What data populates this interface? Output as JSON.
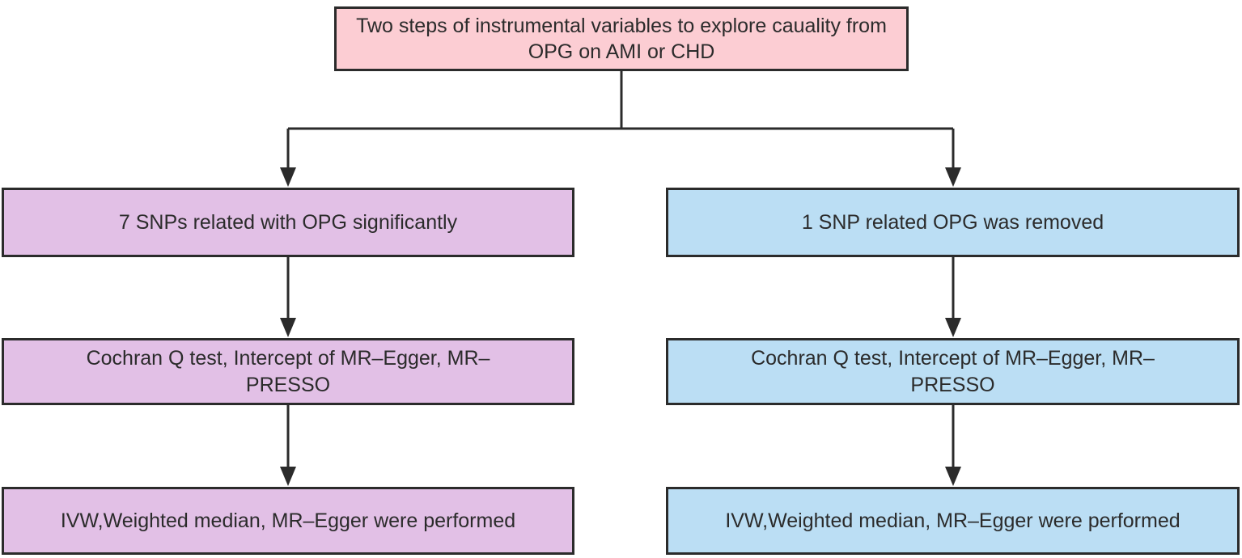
{
  "diagram": {
    "top": {
      "text": "Two steps of instrumental variables to explore cauality from OPG on AMI or CHD",
      "fill": "#fccdd3"
    },
    "left_branch": {
      "fill": "#e2c0e6",
      "steps": [
        "7 SNPs related with OPG significantly",
        "Cochran Q test, Intercept of MR–Egger, MR–PRESSO",
        "IVW,Weighted median, MR–Egger were performed"
      ]
    },
    "right_branch": {
      "fill": "#bbdef4",
      "steps": [
        "1 SNP related OPG was removed",
        "Cochran Q test, Intercept of MR–Egger, MR–PRESSO",
        "IVW,Weighted median, MR–Egger were performed"
      ]
    },
    "style": {
      "border_color": "#2b2b2b",
      "line_color": "#2b2b2b",
      "text_color": "#2b2b2b",
      "background": "#ffffff"
    }
  }
}
